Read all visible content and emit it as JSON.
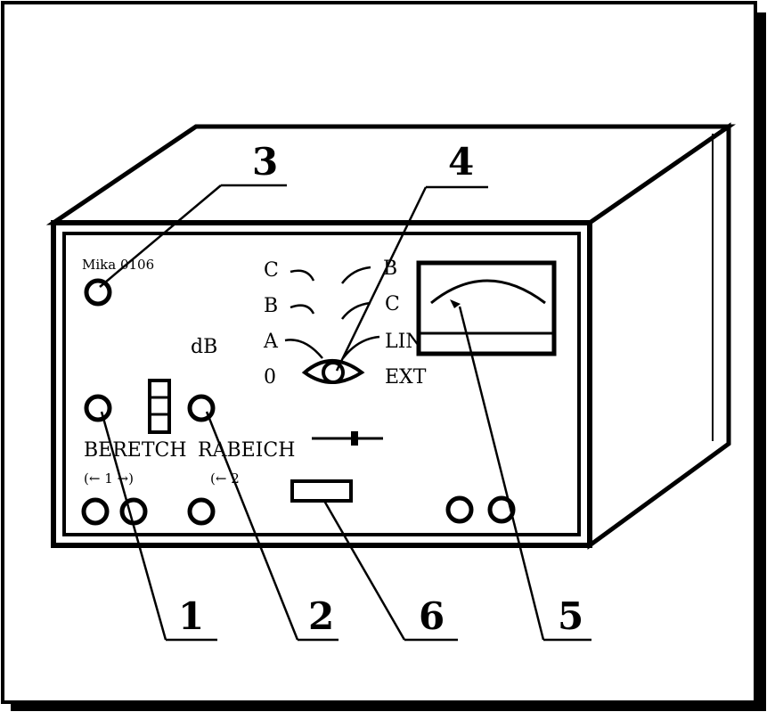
{
  "figure": {
    "device_brand": "Mika 0106",
    "callouts": [
      "3",
      "4",
      "1",
      "2",
      "6",
      "5"
    ],
    "selector_left": [
      "C",
      "B",
      "A",
      "0"
    ],
    "selector_right": [
      "B",
      "C",
      "LIN",
      "EXT"
    ],
    "db_label": "dB",
    "range_label_1": "BERETCH",
    "range_sub_1": "(← 1 →)",
    "range_label_2": "RABEICH",
    "range_sub_2": "(← 2"
  }
}
